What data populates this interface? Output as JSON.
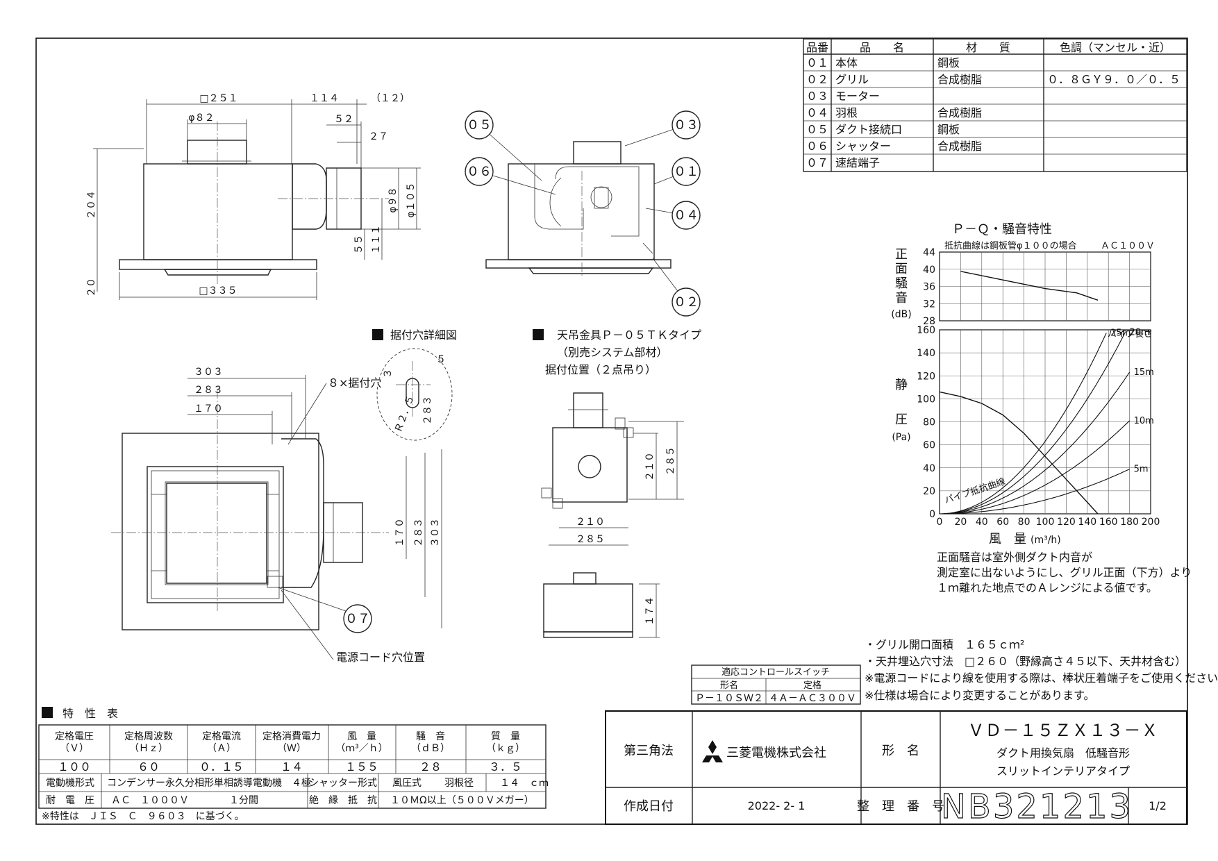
{
  "parts_table": {
    "headers": [
      "品番",
      "品　　名",
      "材　　質",
      "色調（マンセル・近）"
    ],
    "rows": [
      [
        "０１",
        "本体",
        "鋼板",
        ""
      ],
      [
        "０２",
        "グリル",
        "合成樹脂",
        "０．８ＧＹ９．０／０．５"
      ],
      [
        "０３",
        "モーター",
        "",
        ""
      ],
      [
        "０４",
        "羽根",
        "合成樹脂",
        ""
      ],
      [
        "０５",
        "ダクト接続口",
        "鋼板",
        ""
      ],
      [
        "０６",
        "シャッター",
        "合成樹脂",
        ""
      ],
      [
        "０７",
        "速結端子",
        "",
        ""
      ]
    ]
  },
  "front_view": {
    "dims": [
      "□２５１",
      "１１４",
      "（１２）",
      "φ８２",
      "５２",
      "２７",
      "φ９８",
      "φ１０５",
      "２０４",
      "５５",
      "１１１",
      "２０",
      "□３３５"
    ]
  },
  "section_view": {
    "callouts": [
      "０５",
      "０６",
      "０３",
      "０１",
      "０４",
      "０２"
    ]
  },
  "plan_view": {
    "dims": [
      "３０３",
      "２８３",
      "１７０",
      "１７０",
      "２８３",
      "３０３"
    ],
    "hole_label": "８×据付穴",
    "callout": "０７",
    "cord_label": "電源コード穴位置"
  },
  "detail": {
    "title": "据付穴詳細図",
    "dims": [
      "５",
      "３",
      "Ｒ２．５",
      "２８３"
    ]
  },
  "hanger": {
    "title": "天吊金具Ｐ－０５ＴＫタイプ",
    "line2": "（別売システム部材）",
    "line3": "据付位置（２点吊り）",
    "dims": [
      "２１０",
      "２８５",
      "２１０",
      "２８５",
      "１７４"
    ]
  },
  "chart_data": {
    "type": "line",
    "title": "Ｐ－Ｑ・騒音特性",
    "note": "抵抗曲線は鋼板管φ１００の場合",
    "voltage": "ＡＣ１００Ｖ",
    "noise": {
      "ylabel": [
        "正",
        "面",
        "騒",
        "音"
      ],
      "yunit": "(dB)",
      "ylim": [
        28,
        44
      ],
      "yticks": [
        "44",
        "40",
        "36",
        "32",
        "28"
      ],
      "series": [
        {
          "values": [
            [
              20,
              39.5
            ],
            [
              60,
              37.5
            ],
            [
              100,
              35.5
            ],
            [
              130,
              34.5
            ],
            [
              150,
              32.8
            ]
          ]
        }
      ]
    },
    "pq": {
      "ylabel": [
        "静",
        "圧"
      ],
      "yunit": "(Pa)",
      "ylim": [
        0,
        160
      ],
      "yticks": [
        "160",
        "140",
        "120",
        "100",
        "80",
        "60",
        "40",
        "20",
        "0"
      ],
      "xlim": [
        0,
        200
      ],
      "xticks": [
        "0",
        "20",
        "40",
        "60",
        "80",
        "100",
        "120",
        "140",
        "160",
        "180",
        "200"
      ],
      "xlabel": "風　量",
      "xunit": "(m³/h)",
      "fan_curve": [
        [
          0,
          106
        ],
        [
          20,
          102
        ],
        [
          40,
          96
        ],
        [
          60,
          86
        ],
        [
          80,
          70
        ],
        [
          100,
          50
        ],
        [
          120,
          30
        ],
        [
          140,
          10
        ],
        [
          150,
          0
        ]
      ],
      "pipe_length_label": "パイプ長さ",
      "pipe_curves": [
        {
          "name": "25m",
          "k": 0.0063
        },
        {
          "name": "20m",
          "k": 0.0051
        },
        {
          "name": "15m",
          "k": 0.0038
        },
        {
          "name": "10m",
          "k": 0.0025
        },
        {
          "name": "5m",
          "k": 0.0012
        }
      ],
      "pipe_label": "パイプ抵抗曲線"
    }
  },
  "chart_note": [
    "正面騒音は室外側ダクト内音が",
    "測定室に出ないようにし、グリル正面（下方）より",
    "１ｍ離れた地点でのＡレンジによる値です。"
  ],
  "spec_notes": [
    "・グリル開口面積　１６５ｃｍ²",
    "・天井埋込穴寸法　□２６０（野縁高さ４５以下、天井材含む）",
    "※電源コードにより線を使用する際は、棒状圧着端子をご使用ください。",
    "※仕様は場合により変更することがあります。"
  ],
  "switch_table": {
    "title": "適応コントロールスイッチ",
    "headers": [
      "形名",
      "定格"
    ],
    "row": [
      "Ｐ－１０ＳＷ２",
      "４Ａ－ＡＣ３００Ｖ"
    ]
  },
  "char_table": {
    "title": "特　性　表",
    "headers": [
      [
        "定格電圧",
        "（Ｖ）"
      ],
      [
        "定格周波数",
        "（Ｈｚ）"
      ],
      [
        "定格電流",
        "（Ａ）"
      ],
      [
        "定格消費電力",
        "（Ｗ）"
      ],
      [
        "風　量",
        "（ｍ³／ｈ）"
      ],
      [
        "騒　音",
        "（ｄＢ）"
      ],
      [
        "質　量",
        "（ｋｇ）"
      ]
    ],
    "values": [
      "１００",
      "６０",
      "０．１５",
      "１４",
      "１５５",
      "２８",
      "３．５"
    ],
    "motor_label": "電動機形式",
    "motor_value": "コンデンサー永久分相形単相誘導電動機　４極",
    "shutter_label": "シャッター形式",
    "shutter_value": "風圧式",
    "blade_label": "羽根径",
    "blade_value": "１４　ｃｍ",
    "withstand_label": "耐　電　圧",
    "withstand_value": "ＡＣ　１０００Ｖ",
    "withstand_time": "１分間",
    "insulation_label": "絶　縁　抵　抗",
    "insulation_value": "１０ＭΩ以上（５００Ｖメガー）",
    "footnote": "※特性は　ＪＩＳ　Ｃ　９６０３　に基づく。"
  },
  "title_block": {
    "projection": "第三角法",
    "company": "三菱電機株式会社",
    "model_label": "形　名",
    "model": "ＶＤ－１５ＺＸ１３－Ｘ",
    "desc1": "ダクト用換気扇　低騒音形",
    "desc2": "スリットインテリアタイプ",
    "date_label": "作成日付",
    "date": "2022- 2- 1",
    "number_label": "整　理　番　号",
    "number": "NB321213",
    "page": "1/2"
  }
}
